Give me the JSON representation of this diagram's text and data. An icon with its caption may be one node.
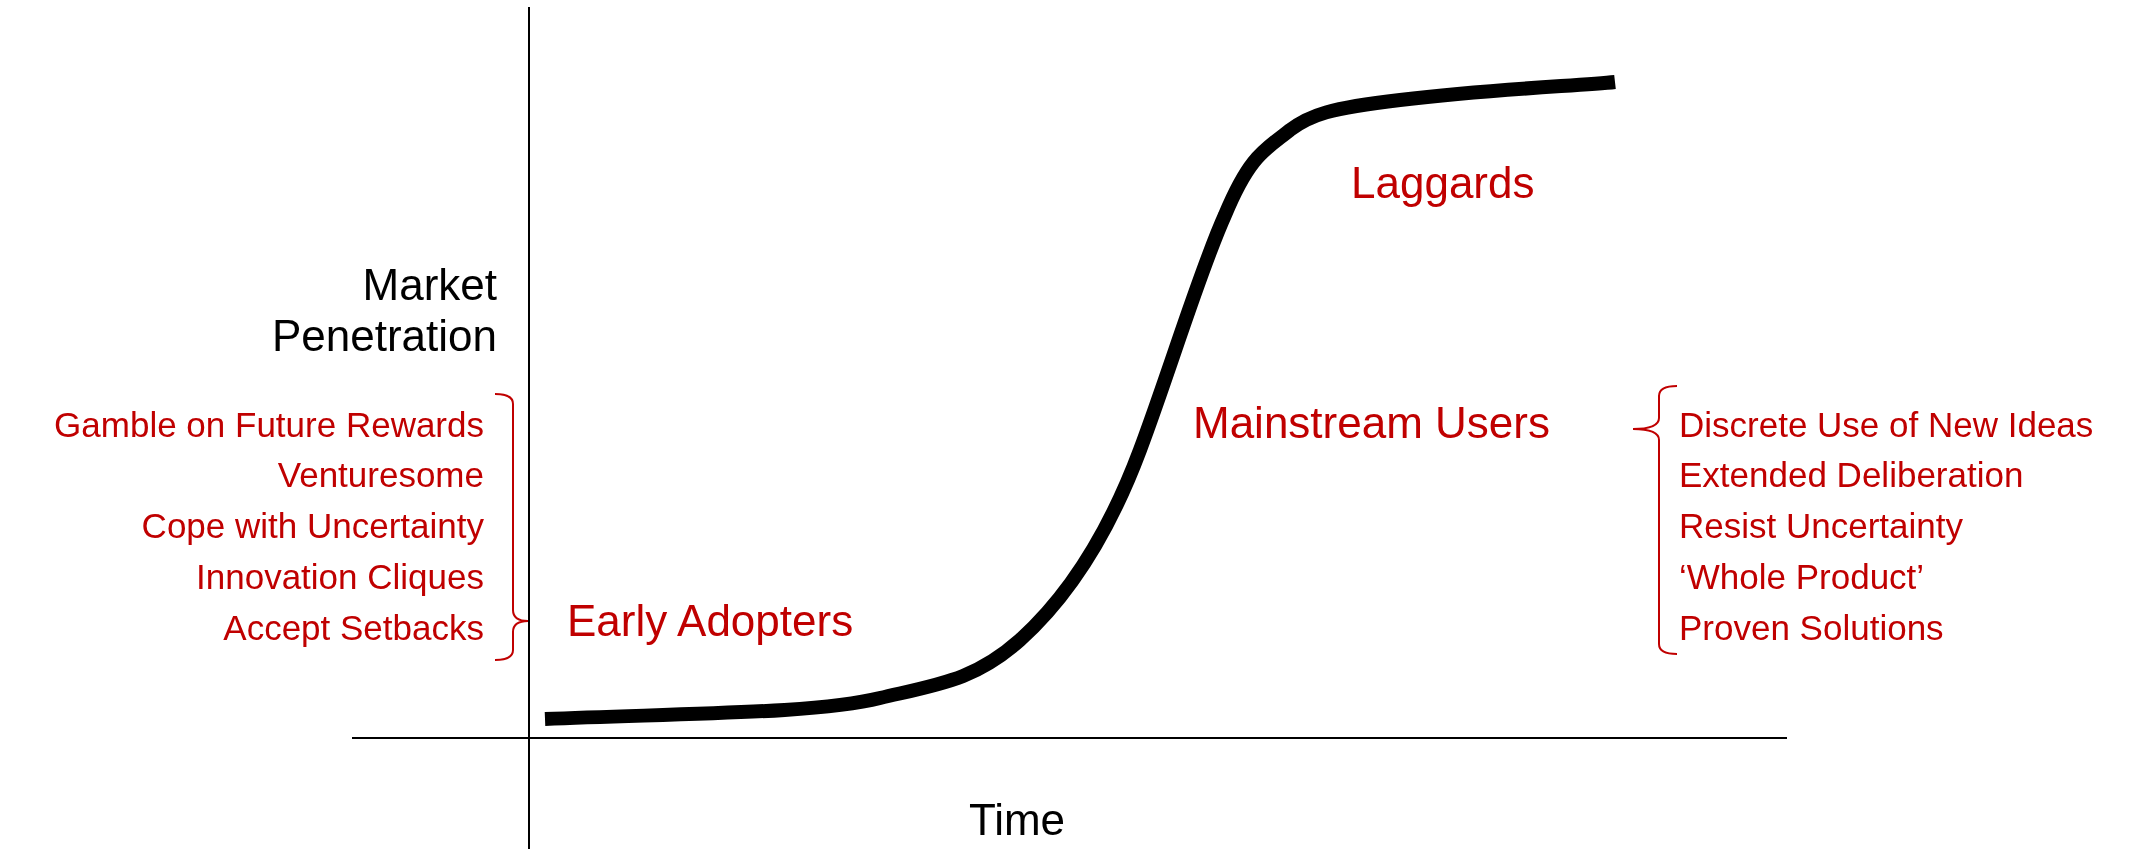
{
  "diagram": {
    "labels": [
      "Laggards",
      "Market Penetration",
      "Gamble on Future Rewards",
      "Venturesome",
      "Cope with Uncertainty",
      "Innovation Cliques",
      "Accept Setbacks",
      "Mainstream Users",
      "Discrete Use of New Ideas",
      "Extended Deliberation",
      "Resist Uncertainty",
      "‘Whole Product’",
      "Proven Solutions",
      "Early Adopters",
      "Time"
    ]
  }
}
